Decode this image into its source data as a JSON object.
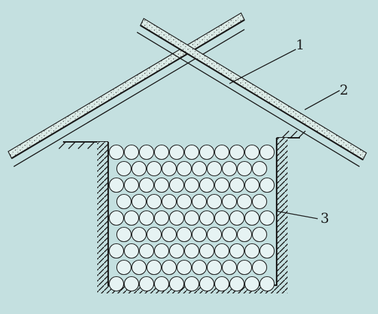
{
  "diagram": {
    "background_color": "#c4e0e0",
    "ink_color": "#1a1a1a",
    "insulation_color": "#dcece8",
    "produce_fill_color": "#e6f3f3",
    "callouts": [
      {
        "label": "1",
        "target": "inner-roof-board"
      },
      {
        "label": "2",
        "target": "outer-roof-board-with-insulation"
      },
      {
        "label": "3",
        "target": "stacked-produce-in-pit"
      }
    ]
  }
}
